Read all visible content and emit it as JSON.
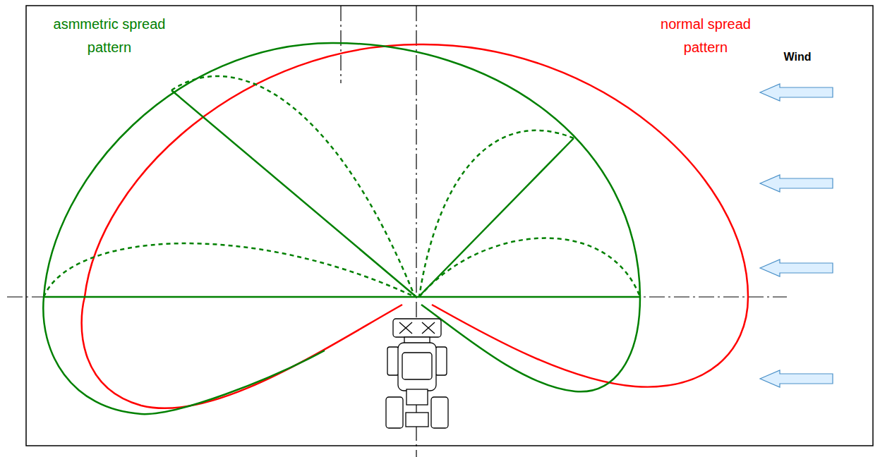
{
  "diagram": {
    "labels": [
      "asmmetric spread pattern",
      "normal spread pattern",
      "Wind"
    ]
  }
}
